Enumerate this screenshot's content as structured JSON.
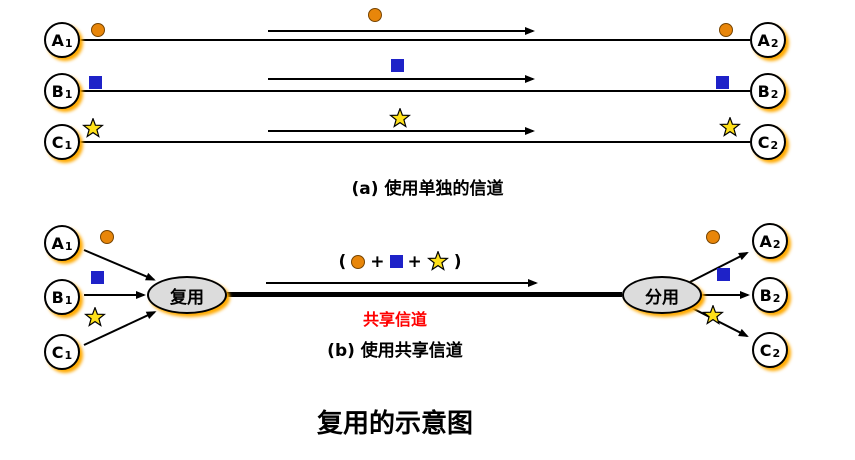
{
  "title": "复用的示意图",
  "section_a": {
    "caption": "(a) 使用单独的信道",
    "nodes": {
      "a1": {
        "main": "A",
        "sub": "1"
      },
      "b1": {
        "main": "B",
        "sub": "1"
      },
      "c1": {
        "main": "C",
        "sub": "1"
      },
      "a2": {
        "main": "A",
        "sub": "2"
      },
      "b2": {
        "main": "B",
        "sub": "2"
      },
      "c2": {
        "main": "C",
        "sub": "2"
      }
    }
  },
  "section_b": {
    "caption": "(b) 使用共享信道",
    "mux_label": "复用",
    "demux_label": "分用",
    "shared_channel_label": "共享信道",
    "formula": {
      "open": "(",
      "plus_1": "+",
      "plus_2": "+",
      "close": ")"
    },
    "nodes": {
      "a1": {
        "main": "A",
        "sub": "1"
      },
      "b1": {
        "main": "B",
        "sub": "1"
      },
      "c1": {
        "main": "C",
        "sub": "1"
      },
      "a2": {
        "main": "A",
        "sub": "2"
      },
      "b2": {
        "main": "B",
        "sub": "2"
      },
      "c2": {
        "main": "C",
        "sub": "2"
      }
    }
  },
  "icons": {
    "orange_ball": "filled-circle-css-shape",
    "blue_square": "filled-square-css-shape",
    "yellow_star": "five-point-star-svg"
  },
  "colors": {
    "orange_ball": "#E8860A",
    "blue_square": "#1E22C8",
    "star_fill": "#FFE11A",
    "star_stroke": "#000000",
    "shared_label_red": "#FF0000",
    "node_shadow": "#FFAA00",
    "ellipse_fill": "#DCDCDC"
  }
}
